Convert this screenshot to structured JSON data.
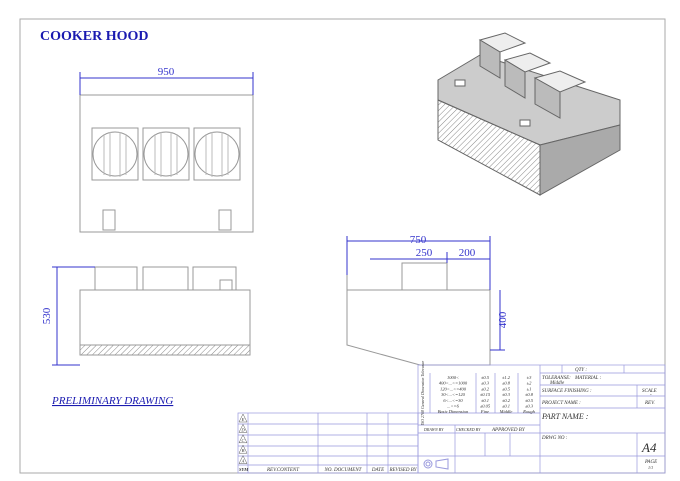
{
  "title": "COOKER HOOD",
  "status_note": "PRELIMINARY DRAWING",
  "dimensions": {
    "front_width": "950",
    "side_height": "530",
    "top_total": "750",
    "top_left": "250",
    "top_right": "200",
    "side_depth": "400"
  },
  "colors": {
    "title": "#1a1ab0",
    "dimension": "#3333cc",
    "border": "#9999dd"
  },
  "tolerance_table": {
    "side_label": "ISO 2768 General Dimension Tolerance",
    "rows": [
      {
        "range": "1000<",
        "fine": "±0.5",
        "middle": "±1.2",
        "rough": "±3"
      },
      {
        "range": "400<...<=1000",
        "fine": "±0.3",
        "middle": "±0.8",
        "rough": "±2"
      },
      {
        "range": "120<...<=400",
        "fine": "±0.2",
        "middle": "±0.5",
        "rough": "±1"
      },
      {
        "range": "30<...<=120",
        "fine": "±0.15",
        "middle": "±0.3",
        "rough": "±0.8"
      },
      {
        "range": "6<...<=30",
        "fine": "±0.1",
        "middle": "±0.2",
        "rough": "±0.5"
      },
      {
        "range": "...<=6",
        "fine": "±0.05",
        "middle": "±0.1",
        "rough": "±0.3"
      }
    ],
    "header": {
      "range": "Basic Dimension",
      "fine": "Fine",
      "middle": "Middle",
      "rough": "Rough"
    }
  },
  "title_block": {
    "qty": "QTY :",
    "tolerance": "TOLERANSE:",
    "tolerance_value": "Middle",
    "material": "MATERIAL :",
    "surface": "SURFACE FINISHING :",
    "scale": "SCALE",
    "scale_value": "-",
    "project": "PROJECT NAME :",
    "rev": "REV.",
    "part": "PART NAME :",
    "drawn": "DRAWN BY",
    "checked": "CHECKED BY",
    "approved": "APPROVED BY",
    "drwg": "DRWG NO :",
    "size": "A4",
    "page": "PAGE",
    "page_value": "1/1"
  },
  "revision_table": {
    "symbols": [
      "E",
      "D",
      "C",
      "B",
      "A"
    ],
    "headers": {
      "sym": "SYM",
      "content": "REV.CONTENT",
      "doc": "NO. DOCUMENT",
      "date": "DATE",
      "revised": "REVISED BY"
    }
  }
}
